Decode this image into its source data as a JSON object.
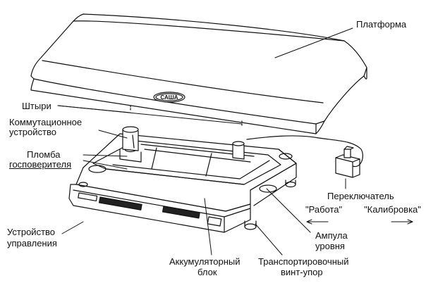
{
  "labels": {
    "platform": "Платформа",
    "pins": "Штыри",
    "switching_device_1": "Коммутационное",
    "switching_device_2": "устройство",
    "seal_1": "Пломба",
    "seal_2": "госповерителя",
    "control_device_1": "Устройство",
    "control_device_2": "управления",
    "battery_1": "Аккумуляторный",
    "battery_2": "блок",
    "transport_screw_1": "Транспортировочный",
    "transport_screw_2": "винт-упор",
    "level_vial_1": "Ампула",
    "level_vial_2": "уровня",
    "switch": "Переключатель",
    "mode_work": "\"Работа\"",
    "mode_calibration": "\"Калибровка\""
  },
  "brand_badge": "САША",
  "colors": {
    "line": "#111111",
    "background": "#ffffff"
  }
}
